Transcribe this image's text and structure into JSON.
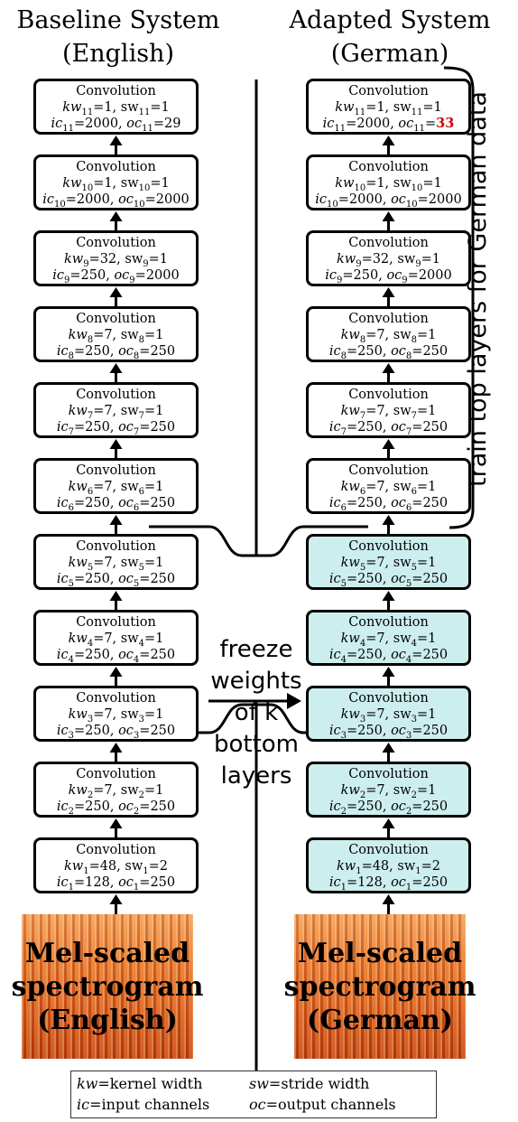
{
  "titles": {
    "left": [
      "Baseline System",
      "(English)"
    ],
    "right": [
      "Adapted System",
      "(German)"
    ]
  },
  "layers": [
    {
      "id": 11,
      "name": "Convolution",
      "kw_sw": [
        "kw",
        "11",
        "=1, ",
        "sw",
        "11",
        "=1"
      ],
      "ic_oc_left": [
        "ic",
        "11",
        "=2000, ",
        "oc",
        "11",
        "=29"
      ],
      "ic_oc_right": [
        "ic",
        "11",
        "=2000, ",
        "oc",
        "11",
        "=",
        "33"
      ]
    },
    {
      "id": 10,
      "name": "Convolution",
      "kw_sw": [
        "kw",
        "10",
        "=1, ",
        "sw",
        "10",
        "=1"
      ],
      "ic_oc": [
        "ic",
        "10",
        "=2000, ",
        "oc",
        "10",
        "=2000"
      ]
    },
    {
      "id": 9,
      "name": "Convolution",
      "kw_sw": [
        "kw",
        "9",
        "=32, ",
        "sw",
        "9",
        "=1"
      ],
      "ic_oc": [
        "ic",
        "9",
        "=250, ",
        "oc",
        "9",
        "=2000"
      ]
    },
    {
      "id": 8,
      "name": "Convolution",
      "kw_sw": [
        "kw",
        "8",
        "=7, ",
        "sw",
        "8",
        "=1"
      ],
      "ic_oc": [
        "ic",
        "8",
        "=250, ",
        "oc",
        "8",
        "=250"
      ]
    },
    {
      "id": 7,
      "name": "Convolution",
      "kw_sw": [
        "kw",
        "7",
        "=7, ",
        "sw",
        "7",
        "=1"
      ],
      "ic_oc": [
        "ic",
        "7",
        "=250, ",
        "oc",
        "7",
        "=250"
      ]
    },
    {
      "id": 6,
      "name": "Convolution",
      "kw_sw": [
        "kw",
        "6",
        "=7, ",
        "sw",
        "6",
        "=1"
      ],
      "ic_oc": [
        "ic",
        "6",
        "=250, ",
        "oc",
        "6",
        "=250"
      ]
    },
    {
      "id": 5,
      "name": "Convolution",
      "kw_sw": [
        "kw",
        "5",
        "=7, ",
        "sw",
        "5",
        "=1"
      ],
      "ic_oc": [
        "ic",
        "5",
        "=250, ",
        "oc",
        "5",
        "=250"
      ]
    },
    {
      "id": 4,
      "name": "Convolution",
      "kw_sw": [
        "kw",
        "4",
        "=7, ",
        "sw",
        "4",
        "=1"
      ],
      "ic_oc": [
        "ic",
        "4",
        "=250, ",
        "oc",
        "4",
        "=250"
      ]
    },
    {
      "id": 3,
      "name": "Convolution",
      "kw_sw": [
        "kw",
        "3",
        "=7, ",
        "sw",
        "3",
        "=1"
      ],
      "ic_oc": [
        "ic",
        "3",
        "=250, ",
        "oc",
        "3",
        "=250"
      ]
    },
    {
      "id": 2,
      "name": "Convolution",
      "kw_sw": [
        "kw",
        "2",
        "=7, ",
        "sw",
        "2",
        "=1"
      ],
      "ic_oc": [
        "ic",
        "2",
        "=250, ",
        "oc",
        "2",
        "=250"
      ]
    },
    {
      "id": 1,
      "name": "Convolution",
      "kw_sw": [
        "kw",
        "1",
        "=48, ",
        "sw",
        "1",
        "=2"
      ],
      "ic_oc": [
        "ic",
        "1",
        "=128, ",
        "oc",
        "1",
        "=250"
      ]
    }
  ],
  "frozen_layers_adapted": 5,
  "spectrogram": {
    "left": [
      "Mel-scaled",
      "spectrogram",
      "(English)"
    ],
    "right": [
      "Mel-scaled",
      "spectrogram",
      "(German)"
    ]
  },
  "freeze_label": [
    "freeze",
    "weights",
    "of k",
    "bottom",
    "layers"
  ],
  "train_label": "train top layers for German data",
  "legend": {
    "row1": [
      {
        "abbr": "kw",
        "text": "=kernel width"
      },
      {
        "abbr": "sw",
        "text": "=stride width"
      }
    ],
    "row2": [
      {
        "abbr": "ic",
        "text": "=input channels"
      },
      {
        "abbr": "oc",
        "text": "=output channels"
      }
    ]
  },
  "colors": {
    "frozen_fill": "#cdeeee",
    "highlight": "#d00000",
    "spectrogram": "#e9772f"
  }
}
